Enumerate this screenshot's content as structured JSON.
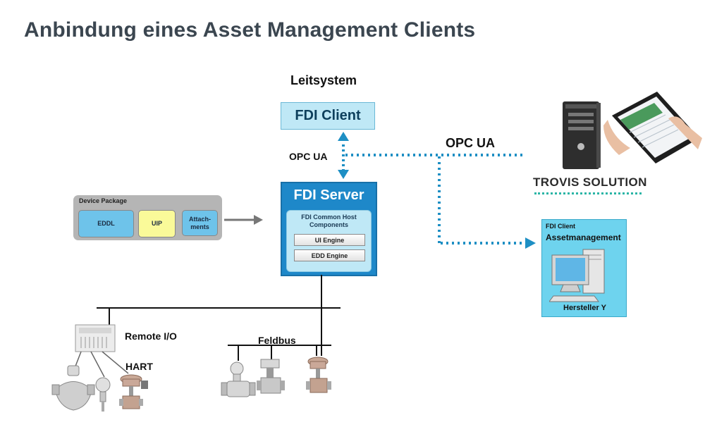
{
  "title": "Anbindung eines Asset Management Clients",
  "leitsystem_label": "Leitsystem",
  "fdi_client": {
    "label": "FDI Client"
  },
  "opc_ua_left": "OPC UA",
  "opc_ua_right": "OPC UA",
  "fdi_server": {
    "title": "FDI Server",
    "common_label": "FDI Common Host Components",
    "ui_engine": "UI Engine",
    "edd_engine": "EDD Engine"
  },
  "device_package": {
    "title": "Device Package",
    "items": [
      "EDDL",
      "UIP",
      "Attach-ments"
    ],
    "colors": [
      "#6ec3ea",
      "#fafa99",
      "#6ec3ea"
    ]
  },
  "trovis": {
    "brand": "TROVIS SOLUTION"
  },
  "asset_client": {
    "small": "FDI Client",
    "title": "Assetmanagement",
    "maker": "Hersteller Y"
  },
  "remote_io": "Remote I/O",
  "hart": "HART",
  "feldbus": "Feldbus",
  "colors": {
    "title": "#3b4650",
    "server_blue": "#1e88c9",
    "light_blue": "#bfe8f6",
    "dotted_link": "#1e8fc4",
    "asset_box": "#6ed3ee"
  }
}
